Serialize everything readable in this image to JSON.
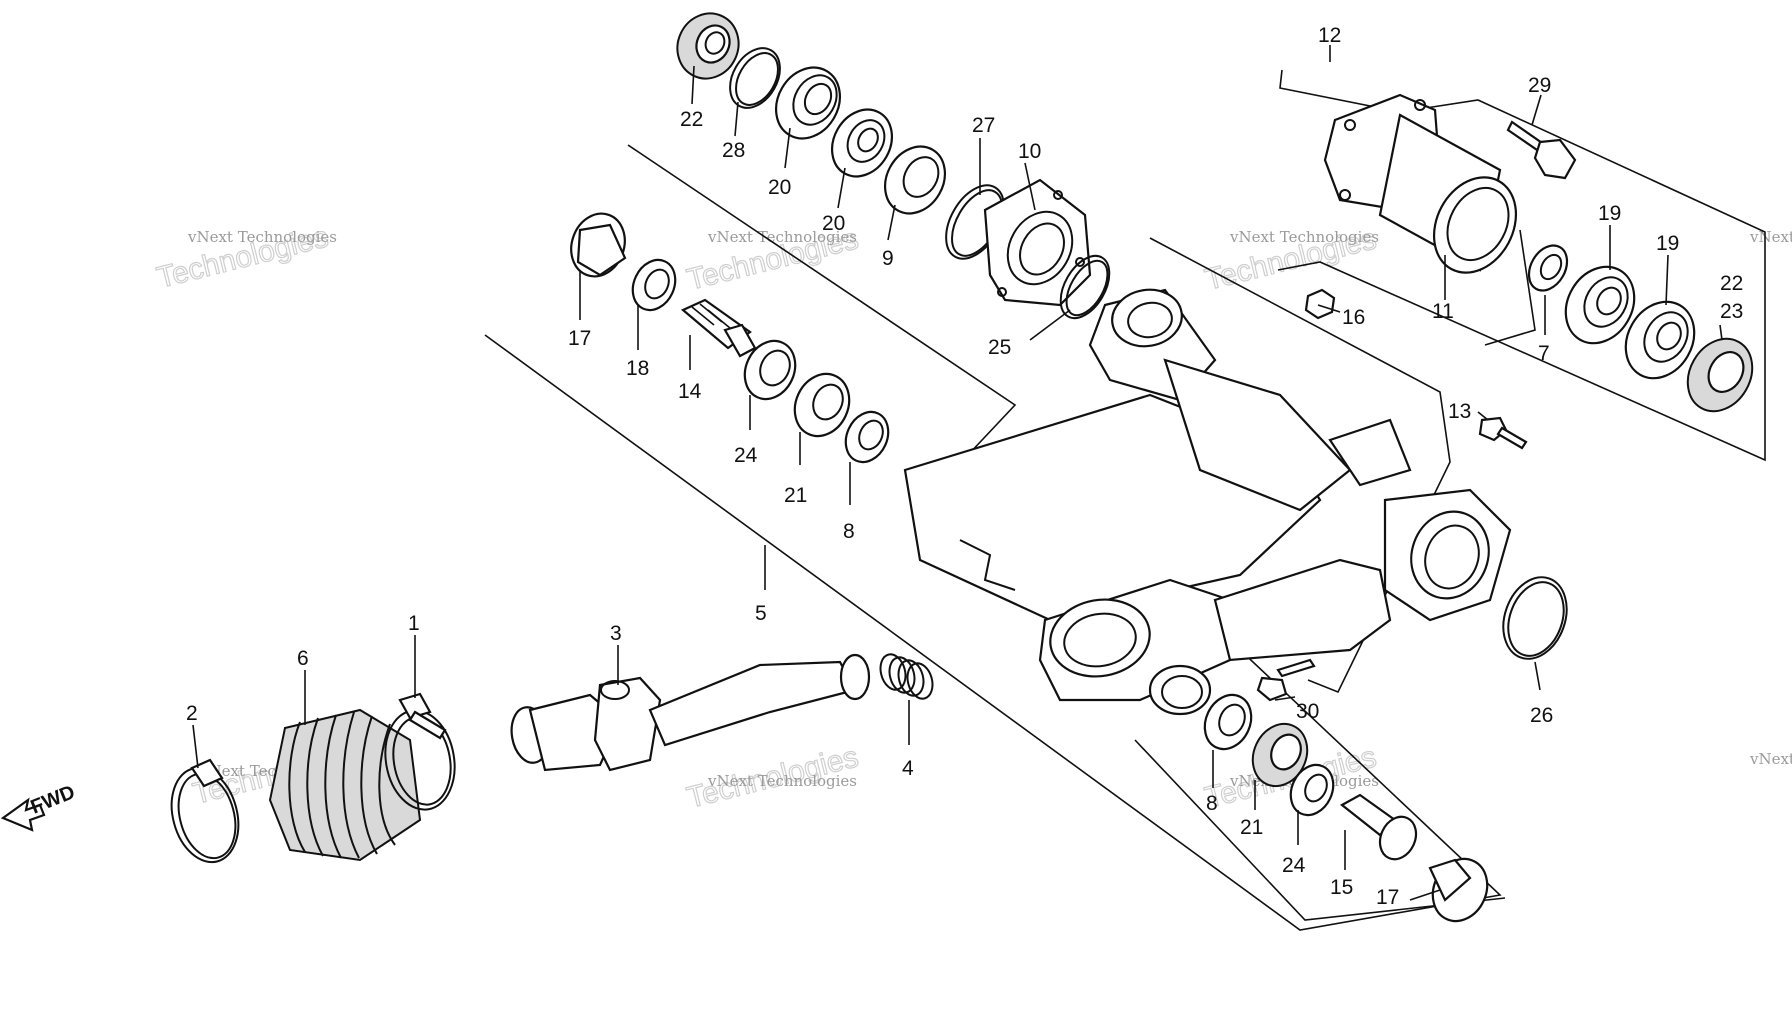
{
  "diagram": {
    "fwd_label": "FWD",
    "watermark": {
      "line1": "vNext Technologies",
      "line2": "Technologies"
    },
    "callouts": [
      {
        "id": "c-22a",
        "text": "22"
      },
      {
        "id": "c-28",
        "text": "28"
      },
      {
        "id": "c-20a",
        "text": "20"
      },
      {
        "id": "c-20b",
        "text": "20"
      },
      {
        "id": "c-9",
        "text": "9"
      },
      {
        "id": "c-27",
        "text": "27"
      },
      {
        "id": "c-10",
        "text": "10"
      },
      {
        "id": "c-25",
        "text": "25"
      },
      {
        "id": "c-12",
        "text": "12"
      },
      {
        "id": "c-29",
        "text": "29"
      },
      {
        "id": "c-11",
        "text": "11"
      },
      {
        "id": "c-19a",
        "text": "19"
      },
      {
        "id": "c-19b",
        "text": "19"
      },
      {
        "id": "c-22b",
        "text": "22"
      },
      {
        "id": "c-23",
        "text": "23"
      },
      {
        "id": "c-7",
        "text": "7"
      },
      {
        "id": "c-16",
        "text": "16"
      },
      {
        "id": "c-13",
        "text": "13"
      },
      {
        "id": "c-17a",
        "text": "17"
      },
      {
        "id": "c-18",
        "text": "18"
      },
      {
        "id": "c-14",
        "text": "14"
      },
      {
        "id": "c-24a",
        "text": "24"
      },
      {
        "id": "c-21a",
        "text": "21"
      },
      {
        "id": "c-8a",
        "text": "8"
      },
      {
        "id": "c-5",
        "text": "5"
      },
      {
        "id": "c-1",
        "text": "1"
      },
      {
        "id": "c-6",
        "text": "6"
      },
      {
        "id": "c-2",
        "text": "2"
      },
      {
        "id": "c-3",
        "text": "3"
      },
      {
        "id": "c-4",
        "text": "4"
      },
      {
        "id": "c-26",
        "text": "26"
      },
      {
        "id": "c-30",
        "text": "30"
      },
      {
        "id": "c-8b",
        "text": "8"
      },
      {
        "id": "c-21b",
        "text": "21"
      },
      {
        "id": "c-24b",
        "text": "24"
      },
      {
        "id": "c-15",
        "text": "15"
      },
      {
        "id": "c-17b",
        "text": "17"
      }
    ]
  }
}
